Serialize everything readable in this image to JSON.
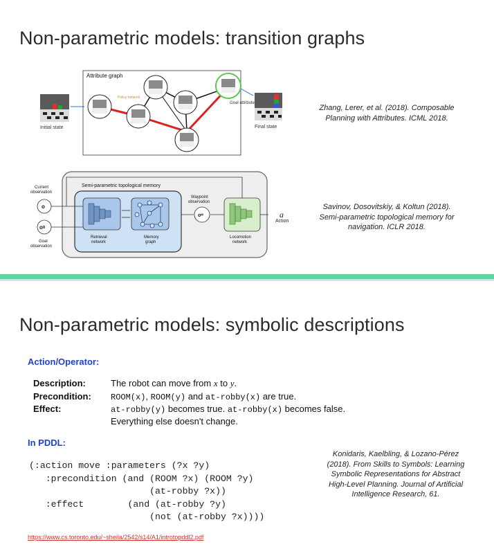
{
  "slide1": {
    "title": "Non-parametric models: transition graphs",
    "fig1": {
      "attribute_graph_label": "Attribute graph",
      "policy_network_label": "Policy network",
      "goal_attributes_label": "Goal attributes",
      "initial_state_label": "Initial state",
      "final_state_label": "Final state"
    },
    "citation1": [
      "Zhang, Lerer, et al. (2018). Composable",
      "Planning with Attributes. ICML 2018."
    ],
    "fig2": {
      "memory_title": "Semi-parametric topological memory",
      "current_observation": [
        "Current",
        "observation"
      ],
      "goal_observation": [
        "Goal",
        "observation"
      ],
      "o_symbol": "o",
      "og_symbol": "oᵍ",
      "ow_symbol": "oʷ",
      "waypoint_observation": [
        "Waypoint",
        "observation"
      ],
      "retrieval_network": [
        "Retrieval",
        "network"
      ],
      "memory_graph": [
        "Memory",
        "graph"
      ],
      "locomotion_network": [
        "Locomotion",
        "network"
      ],
      "a_symbol": "a",
      "action_label": "Action"
    },
    "citation2": [
      "Savinov, Dosovitskiy, & Koltun (2018).",
      "Semi-parametric topological memory for",
      "navigation. ICLR 2018."
    ]
  },
  "slide2": {
    "title": "Non-parametric models: symbolic descriptions",
    "action_operator_heading": "Action/Operator:",
    "description_label": "Description:",
    "description_text": {
      "pre": "The robot can move from ",
      "x": "x",
      "mid": " to ",
      "y": "y",
      "post": "."
    },
    "precondition_label": "Precondition:",
    "precondition_text": {
      "room_x": "ROOM(x)",
      "room_y": "ROOM(y)",
      "and": " and ",
      "at_robby_x": "at-robby(x)",
      "post": " are true."
    },
    "effect_label": "Effect:",
    "effect_text": {
      "at_robby_y": "at-robby(y)",
      "becomes_true": " becomes true. ",
      "at_robby_x": "at-robby(x)",
      "becomes_false": " becomes false.",
      "line2": "Everything else doesn't change."
    },
    "pddl_heading": "In PDDL:",
    "pddl_code": "(:action move :parameters (?x ?y)\n   :precondition (and (ROOM ?x) (ROOM ?y)\n                      (at-robby ?x))\n   :effect        (and (at-robby ?y)\n                      (not (at-robby ?x))))",
    "citation3": [
      "Konidaris, Kaelbling, & Lozano-Pérez",
      "(2018). From Skills to Symbols: Learning",
      "Symbolic Representations for Abstract",
      "High-Level Planning. Journal of Artificial",
      "Intelligence Research, 61."
    ],
    "link": "https://www.cs.toronto.edu/~sheila/2542/s14/A1/introtopddl2.pdf"
  },
  "colors": {
    "heading_blue": "#1f3fd6",
    "link_red": "#d0342c",
    "separator_green": "#5fd3a0",
    "graph_red": "#e02020",
    "box_blue": "#cfe1f5",
    "box_green": "#d8efcc"
  }
}
